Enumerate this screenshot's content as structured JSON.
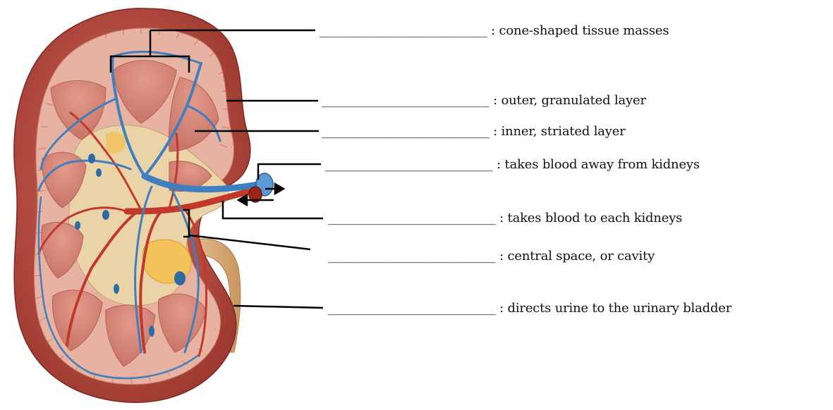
{
  "diagram": {
    "labels": [
      {
        "blank": "___________________________",
        "sep": " : ",
        "text": "cone-shaped tissue masses"
      },
      {
        "blank": "___________________________",
        "sep": " : ",
        "text": "outer, granulated layer"
      },
      {
        "blank": "___________________________",
        "sep": " : ",
        "text": "inner, striated layer"
      },
      {
        "blank": "___________________________",
        "sep": " : ",
        "text": "takes blood away from kidneys"
      },
      {
        "blank": "___________________________",
        "sep": " : ",
        "text": "takes blood to each kidneys"
      },
      {
        "blank": "___________________________",
        "sep": " : ",
        "text": "central space, or cavity"
      },
      {
        "blank": "___________________________",
        "sep": " : ",
        "text": "directs urine to the urinary bladder"
      }
    ],
    "colors": {
      "capsule": "#c5584a",
      "capsule_dark": "#8f2f29",
      "cortex": "#e8b2a2",
      "pyramid": "#cf8577",
      "pelvis": "#e9c79a",
      "fat": "#f3c35a",
      "vein": "#3f7fbf",
      "artery": "#c0392b",
      "ureter": "#dfb483",
      "leader": "#000000"
    }
  }
}
